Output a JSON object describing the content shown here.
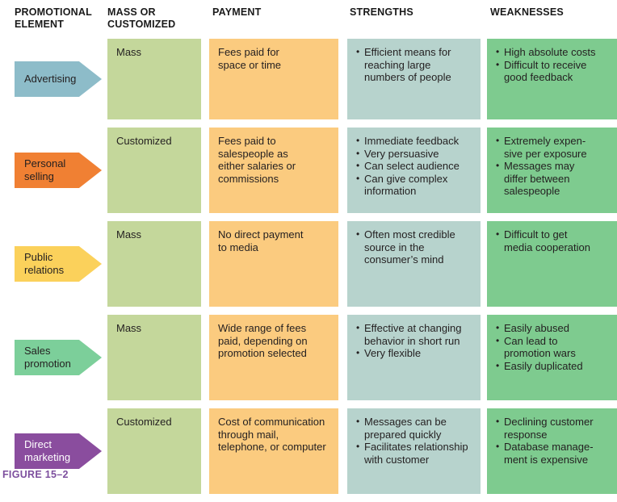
{
  "figure": {
    "caption": "FIGURE 15–2"
  },
  "palette": {
    "col_mass": "#c4d79b",
    "col_payment": "#fbcb7f",
    "col_strengths": "#b7d3cd",
    "col_weaknesses": "#7ecb8f",
    "arrow_advertising": "#8dbcc9",
    "arrow_personal_selling": "#f08033",
    "arrow_public_relations": "#fbd15b",
    "arrow_sales_promotion": "#7ccf9a",
    "arrow_direct_marketing": "#8a4d9e",
    "caption_color": "#7d4f9e",
    "text_color": "#231f20"
  },
  "table": {
    "columns": [
      {
        "key": "element",
        "label": "PROMOTIONAL\nELEMENT"
      },
      {
        "key": "mass",
        "label": "MASS OR\nCUSTOMIZED"
      },
      {
        "key": "payment",
        "label": "PAYMENT"
      },
      {
        "key": "strengths",
        "label": "STRENGTHS"
      },
      {
        "key": "weaknesses",
        "label": "WEAKNESSES"
      }
    ],
    "rows": [
      {
        "element": "Advertising",
        "arrow_color": "#8dbcc9",
        "arrow_text_light": false,
        "height": 100,
        "mass": "Mass",
        "payment": "Fees paid for\nspace or time",
        "strengths": [
          "Efficient means for\nreaching large\nnumbers of people"
        ],
        "weaknesses": [
          "High absolute costs",
          "Difficult to receive\ngood feedback"
        ]
      },
      {
        "element": "Personal\nselling",
        "arrow_color": "#f08033",
        "arrow_text_light": false,
        "height": 106,
        "mass": "Customized",
        "payment": "Fees paid to\nsalespeople as\neither salaries or\ncommissions",
        "strengths": [
          "Immediate feedback",
          "Very persuasive",
          "Can select audience",
          "Can give complex\ninformation"
        ],
        "weaknesses": [
          "Extremely expen-\nsive per exposure",
          "Messages may\ndiffer between\nsalespeople"
        ]
      },
      {
        "element": "Public\nrelations",
        "arrow_color": "#fbd15b",
        "arrow_text_light": false,
        "height": 106,
        "mass": "Mass",
        "payment": "No direct payment\nto media",
        "strengths": [
          "Often most credible\nsource in the\nconsumer’s mind"
        ],
        "weaknesses": [
          "Difficult to get\nmedia cooperation"
        ]
      },
      {
        "element": "Sales\npromotion",
        "arrow_color": "#7ccf9a",
        "arrow_text_light": false,
        "height": 106,
        "mass": "Mass",
        "payment": "Wide range of fees\npaid, depending on\npromotion selected",
        "strengths": [
          "Effective at changing\nbehavior in short run",
          "Very flexible"
        ],
        "weaknesses": [
          "Easily abused",
          "Can lead to\npromotion wars",
          "Easily duplicated"
        ]
      },
      {
        "element": "Direct\nmarketing",
        "arrow_color": "#8a4d9e",
        "arrow_text_light": true,
        "height": 106,
        "mass": "Customized",
        "payment": "Cost of communication\nthrough mail,\ntelephone, or computer",
        "strengths": [
          "Messages can be\nprepared quickly",
          "Facilitates relationship\nwith customer"
        ],
        "weaknesses": [
          "Declining customer\nresponse",
          "Database manage-\nment is expensive"
        ]
      }
    ]
  }
}
